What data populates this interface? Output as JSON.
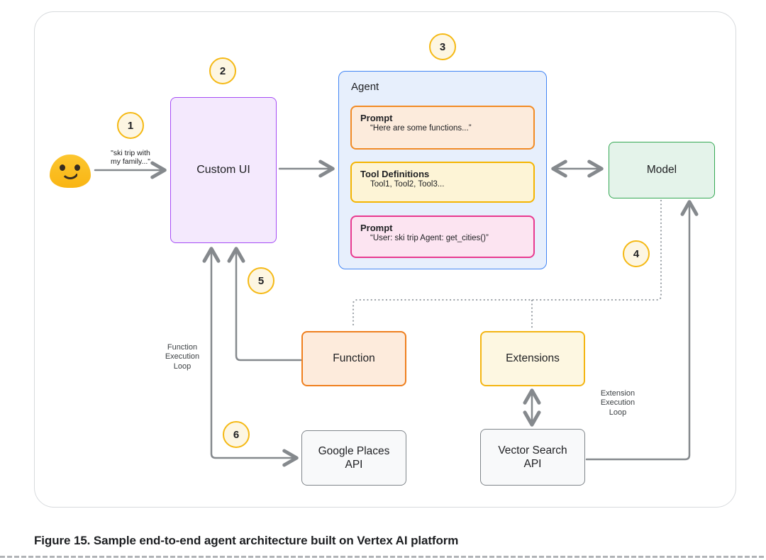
{
  "figure_caption": "Figure 15. Sample end-to-end agent architecture built on Vertex AI platform",
  "user": {
    "query": "\"ski trip with\nmy family...\""
  },
  "badges": {
    "step1": "1",
    "step2": "2",
    "step3": "3",
    "step4": "4",
    "step5": "5",
    "step6": "6"
  },
  "nodes": {
    "custom_ui": "Custom UI",
    "agent": {
      "title": "Agent",
      "prompt_functions": {
        "title": "Prompt",
        "text": "“Here are some functions...”"
      },
      "tool_definitions": {
        "title": "Tool Definitions",
        "text": "Tool1, Tool2, Tool3..."
      },
      "prompt_conversation": {
        "title": "Prompt",
        "text": "“User: ski trip Agent: get_cities()”"
      }
    },
    "model": "Model",
    "function": "Function",
    "extensions": "Extensions",
    "google_places_api": "Google Places\nAPI",
    "vector_search_api": "Vector Search\nAPI"
  },
  "edge_labels": {
    "function_execution_loop": "Function\nExecution\nLoop",
    "extension_execution_loop": "Extension\nExecution\nLoop"
  },
  "colors": {
    "custom_ui_border": "#a64cf5",
    "custom_ui_fill": "#f4e9fd",
    "agent_border": "#4285f4",
    "agent_fill": "#e7effc",
    "prompt_border": "#f28b24",
    "prompt_fill": "#fcebdc",
    "tools_border": "#f4b400",
    "tools_fill": "#fdf4d6",
    "prompt2_border": "#e8398f",
    "prompt2_fill": "#fce4f1",
    "model_border": "#34a853",
    "model_fill": "#e4f3ea",
    "function_border": "#ef7f1e",
    "function_fill": "#fdebdc",
    "extensions_border": "#f4b512",
    "extensions_fill": "#fdf7e1",
    "api_border": "#80868b",
    "api_fill": "#f8f9fa",
    "badge_border": "#f5b915",
    "badge_fill": "#fdf6e2",
    "arrow": "#85898d",
    "dotted_line": "#9aa0a6",
    "emoji_yellow": "#fbbc1c"
  }
}
